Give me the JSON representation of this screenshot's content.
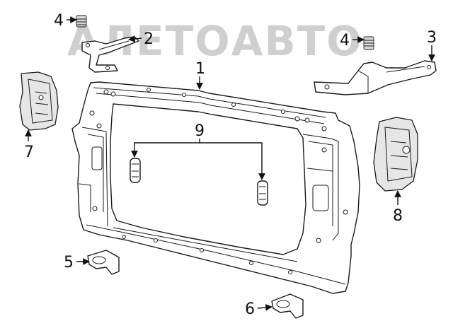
{
  "watermark": {
    "text": "АЛЕТОАВТО",
    "color": "#cfcfcf"
  },
  "callouts": [
    {
      "id": "1",
      "label": "1"
    },
    {
      "id": "2",
      "label": "2"
    },
    {
      "id": "3",
      "label": "3"
    },
    {
      "id": "4a",
      "label": "4"
    },
    {
      "id": "4b",
      "label": "4"
    },
    {
      "id": "5",
      "label": "5"
    },
    {
      "id": "6",
      "label": "6"
    },
    {
      "id": "7",
      "label": "7"
    },
    {
      "id": "8",
      "label": "8"
    },
    {
      "id": "9",
      "label": "9"
    }
  ],
  "colors": {
    "line": "#1a1a1a",
    "part_fill": "#ffffff",
    "shade": "#e6e6e6"
  }
}
